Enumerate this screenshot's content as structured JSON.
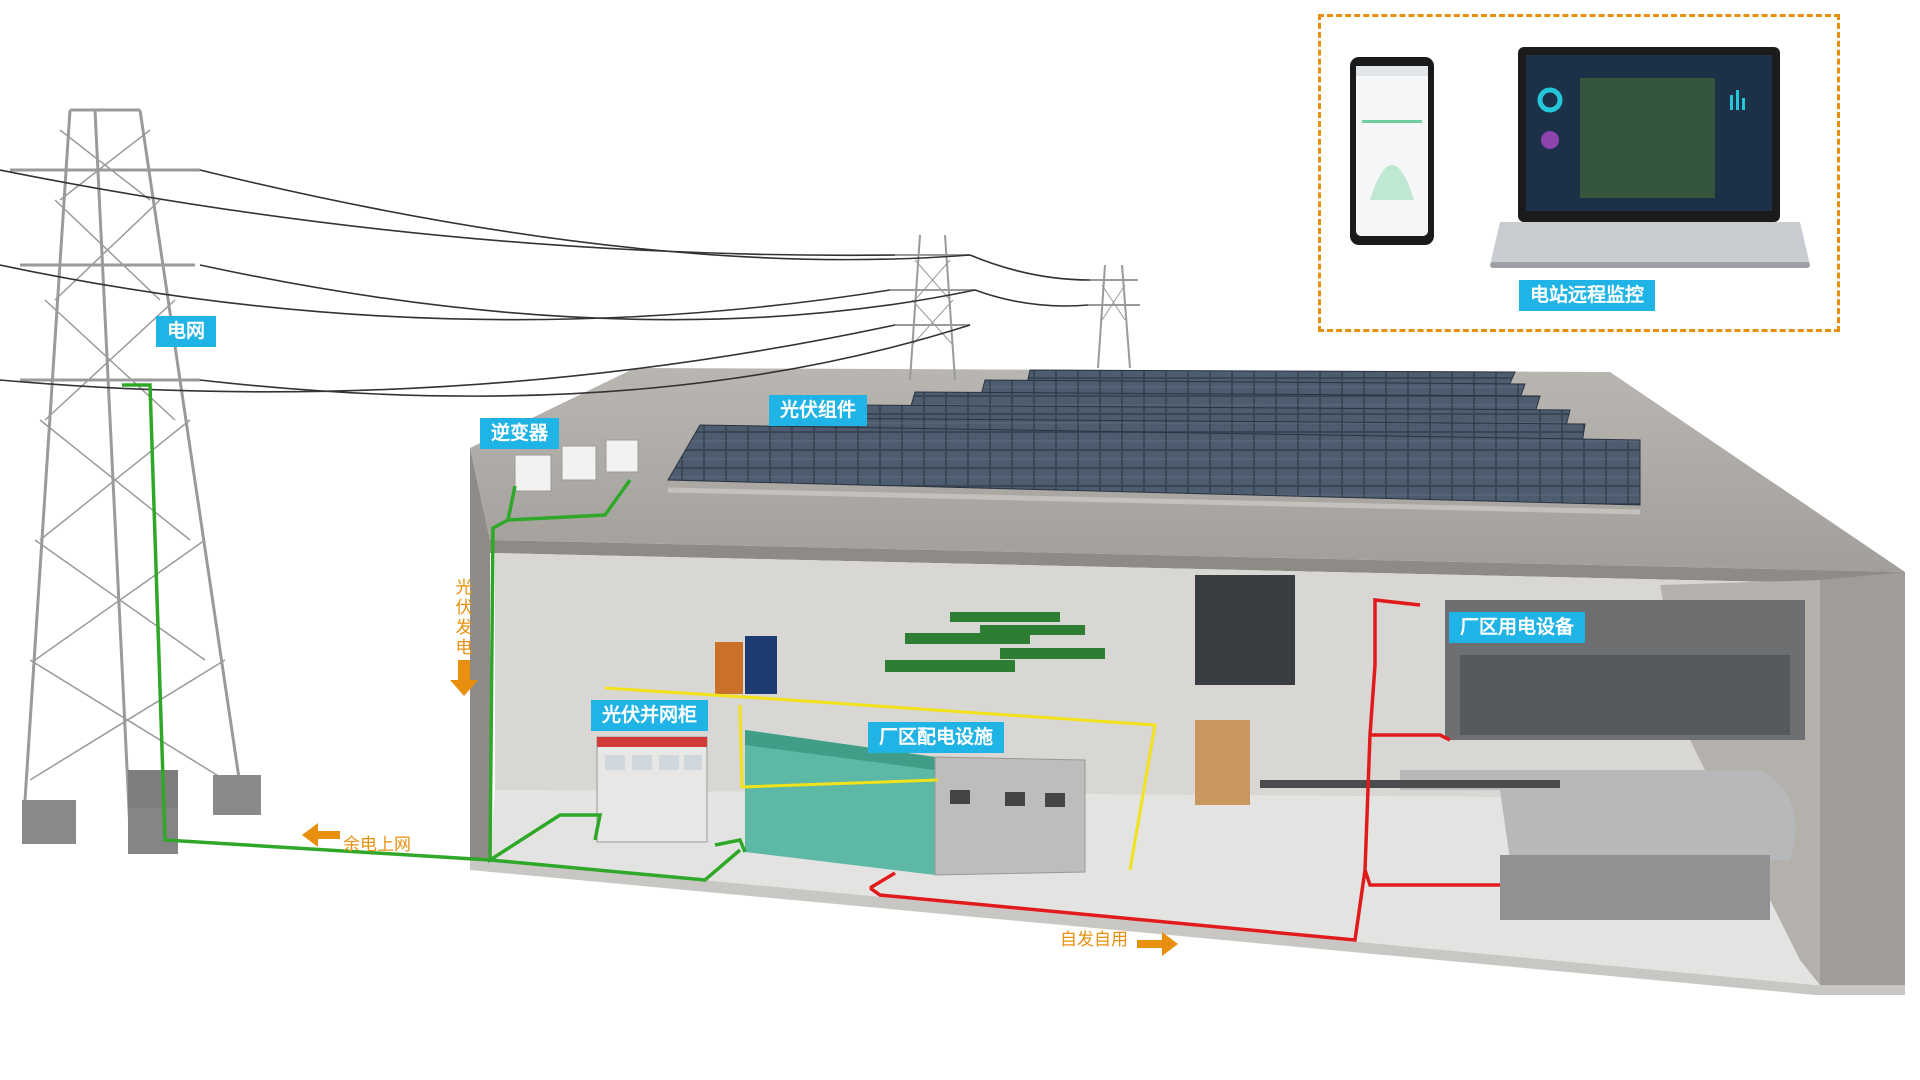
{
  "labels": {
    "grid": "电网",
    "inverter": "逆变器",
    "pv_modules": "光伏组件",
    "pv_grid_cabinet": "光伏并网柜",
    "distribution": "厂区配电设施",
    "factory_equipment": "厂区用电设备",
    "remote_monitor": "电站远程监控"
  },
  "flows": {
    "pv_generation": [
      "光",
      "伏",
      "发",
      "电"
    ],
    "surplus_to_grid": "余电上网",
    "self_use": "自发自用"
  },
  "colors": {
    "label_bg": "#1fb3e6",
    "flow_text": "#e8900d",
    "green_line": "#2fa82a",
    "red_line": "#e11b1b",
    "yellow_rail": "#f2e21a",
    "wall": "#9c9895",
    "floor": "#e3e3e1"
  }
}
